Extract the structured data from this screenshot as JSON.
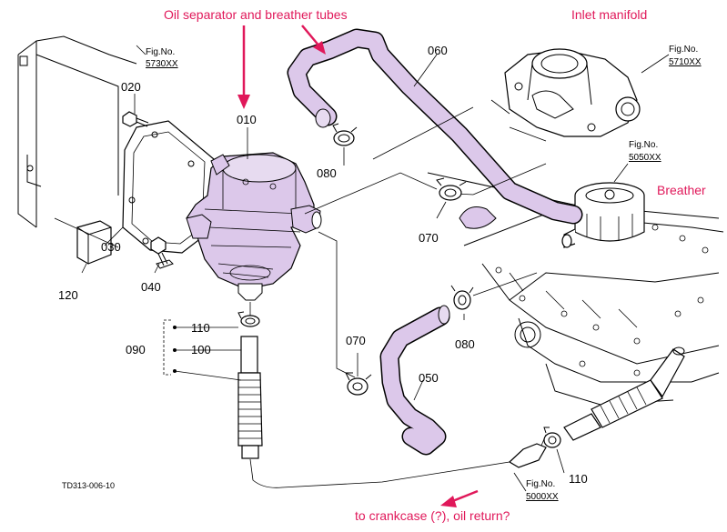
{
  "annotations": {
    "oil_separator": "Oil separator and breather tubes",
    "inlet_manifold": "Inlet manifold",
    "breather": "Breather",
    "crankcase": "to crankcase (?), oil return?"
  },
  "figure_refs": [
    {
      "label": "Fig.No.",
      "number": "5730XX"
    },
    {
      "label": "Fig.No.",
      "number": "5710XX"
    },
    {
      "label": "Fig.No.",
      "number": "5050XX"
    },
    {
      "label": "Fig.No.",
      "number": "5000XX"
    }
  ],
  "part_numbers": [
    "010",
    "020",
    "030",
    "040",
    "050",
    "060",
    "070",
    "070",
    "080",
    "080",
    "090",
    "100",
    "110",
    "110",
    "120"
  ],
  "drawing_code": "TD313-006-10",
  "colors": {
    "highlight": "#dcc8ea",
    "annotation": "#e0185a"
  }
}
